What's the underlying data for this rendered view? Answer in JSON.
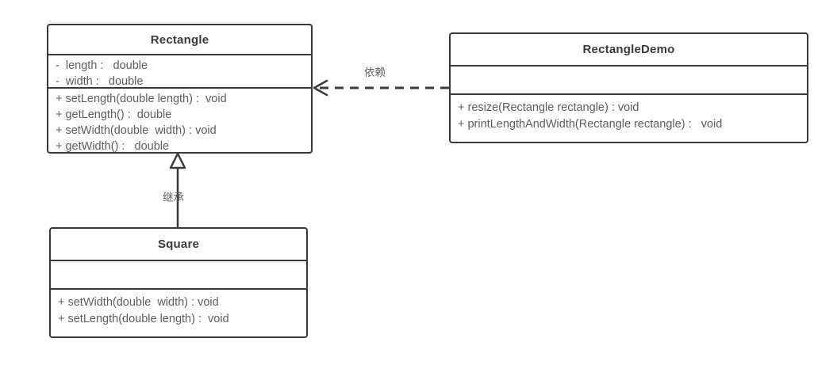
{
  "diagram": {
    "type": "uml-class-diagram",
    "background": "#ffffff",
    "line_color": "#3a3a3a",
    "text_color": "#5e5e5e",
    "title_color": "#3a3a3a"
  },
  "classes": [
    {
      "id": "rectangle",
      "name": "Rectangle",
      "attributes": [
        "-  length :   double",
        "-  width :   double"
      ],
      "methods": [
        "+ setLength(double length) :  void",
        "+ getLength() :  double",
        "+ setWidth(double  width) : void",
        "+ getWidth() :   double"
      ]
    },
    {
      "id": "rectangledemo",
      "name": "RectangleDemo",
      "attributes": [],
      "methods": [
        "+ resize(Rectangle rectangle) : void",
        "+ printLengthAndWidth(Rectangle rectangle) :   void"
      ]
    },
    {
      "id": "square",
      "name": "Square",
      "attributes": [],
      "methods": [
        "+ setWidth(double  width) : void",
        "+ setLength(double length) :  void"
      ]
    }
  ],
  "relationships": [
    {
      "id": "dependency",
      "label": "依赖",
      "kind": "dependency",
      "from": "RectangleDemo",
      "to": "Rectangle",
      "line_style": "dashed",
      "arrow_head": "open"
    },
    {
      "id": "inheritance",
      "label": "继承",
      "kind": "generalization",
      "from": "Square",
      "to": "Rectangle",
      "line_style": "solid",
      "arrow_head": "hollow-triangle"
    }
  ]
}
